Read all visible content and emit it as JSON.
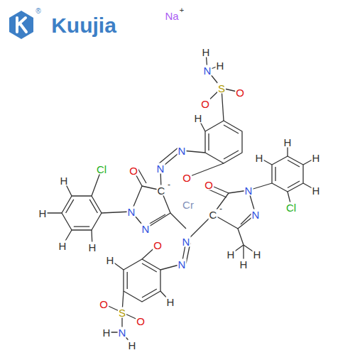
{
  "diagram": {
    "labels": [
      "Na",
      "+",
      "Kuujia",
      "®",
      "H",
      "N",
      "H",
      "S",
      "O",
      "O",
      "H",
      "N",
      "N",
      "O",
      "H",
      "H",
      "H",
      "H",
      "Cl",
      "N",
      "O",
      "C",
      "-",
      "N",
      "H",
      "H",
      "H",
      "O",
      "C",
      "-",
      "Cr",
      "N",
      "N",
      "O",
      "N",
      "N",
      "Cl",
      "H",
      "H",
      "H",
      "H",
      "H",
      "H",
      "S",
      "O",
      "O",
      "N",
      "H",
      "H"
    ]
  }
}
